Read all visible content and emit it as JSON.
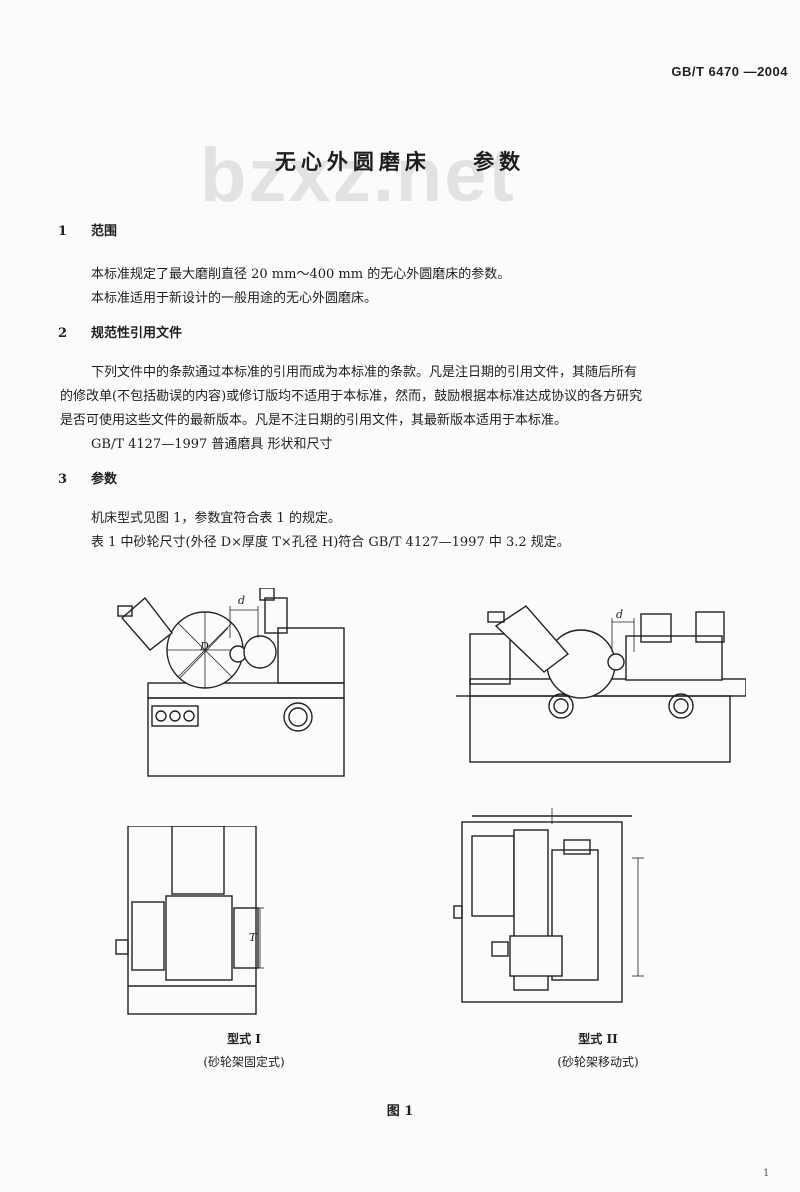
{
  "header": {
    "standard_number": "GB/T 6470 —2004"
  },
  "watermark": "bzxz.net",
  "title": "无心外圆磨床    参数",
  "sections": [
    {
      "number": "1",
      "heading": "范围",
      "paragraphs": [
        "本标准规定了最大磨削直径 20 mm～400 mm 的无心外圆磨床的参数。",
        "本标准适用于新设计的一般用途的无心外圆磨床。"
      ]
    },
    {
      "number": "2",
      "heading": "规范性引用文件",
      "paragraphs": [
        "下列文件中的条款通过本标准的引用而成为本标准的条款。凡是注日期的引用文件，其随后所有",
        "的修改单(不包括勘误的内容)或修订版均不适用于本标准，然而，鼓励根据本标准达成协议的各方研究",
        "是否可使用这些文件的最新版本。凡是不注日期的引用文件，其最新版本适用于本标准。",
        "GB/T 4127—1997   普通磨具   形状和尺寸"
      ]
    },
    {
      "number": "3",
      "heading": "参数",
      "paragraphs": [
        "机床型式见图 1，参数宜符合表 1 的规定。",
        "表 1 中砂轮尺寸(外径 D×厚度 T×孔径 H)符合 GB/T 4127—1997 中 3.2 规定。"
      ]
    }
  ],
  "figure": {
    "labels": {
      "d": "d",
      "D": "D",
      "T": "T"
    },
    "type_1": {
      "name": "型式 I",
      "desc": "(砂轮架固定式)"
    },
    "type_2": {
      "name": "型式 II",
      "desc": "(砂轮架移动式)"
    },
    "caption": "图 1"
  },
  "footer_mark": "1"
}
